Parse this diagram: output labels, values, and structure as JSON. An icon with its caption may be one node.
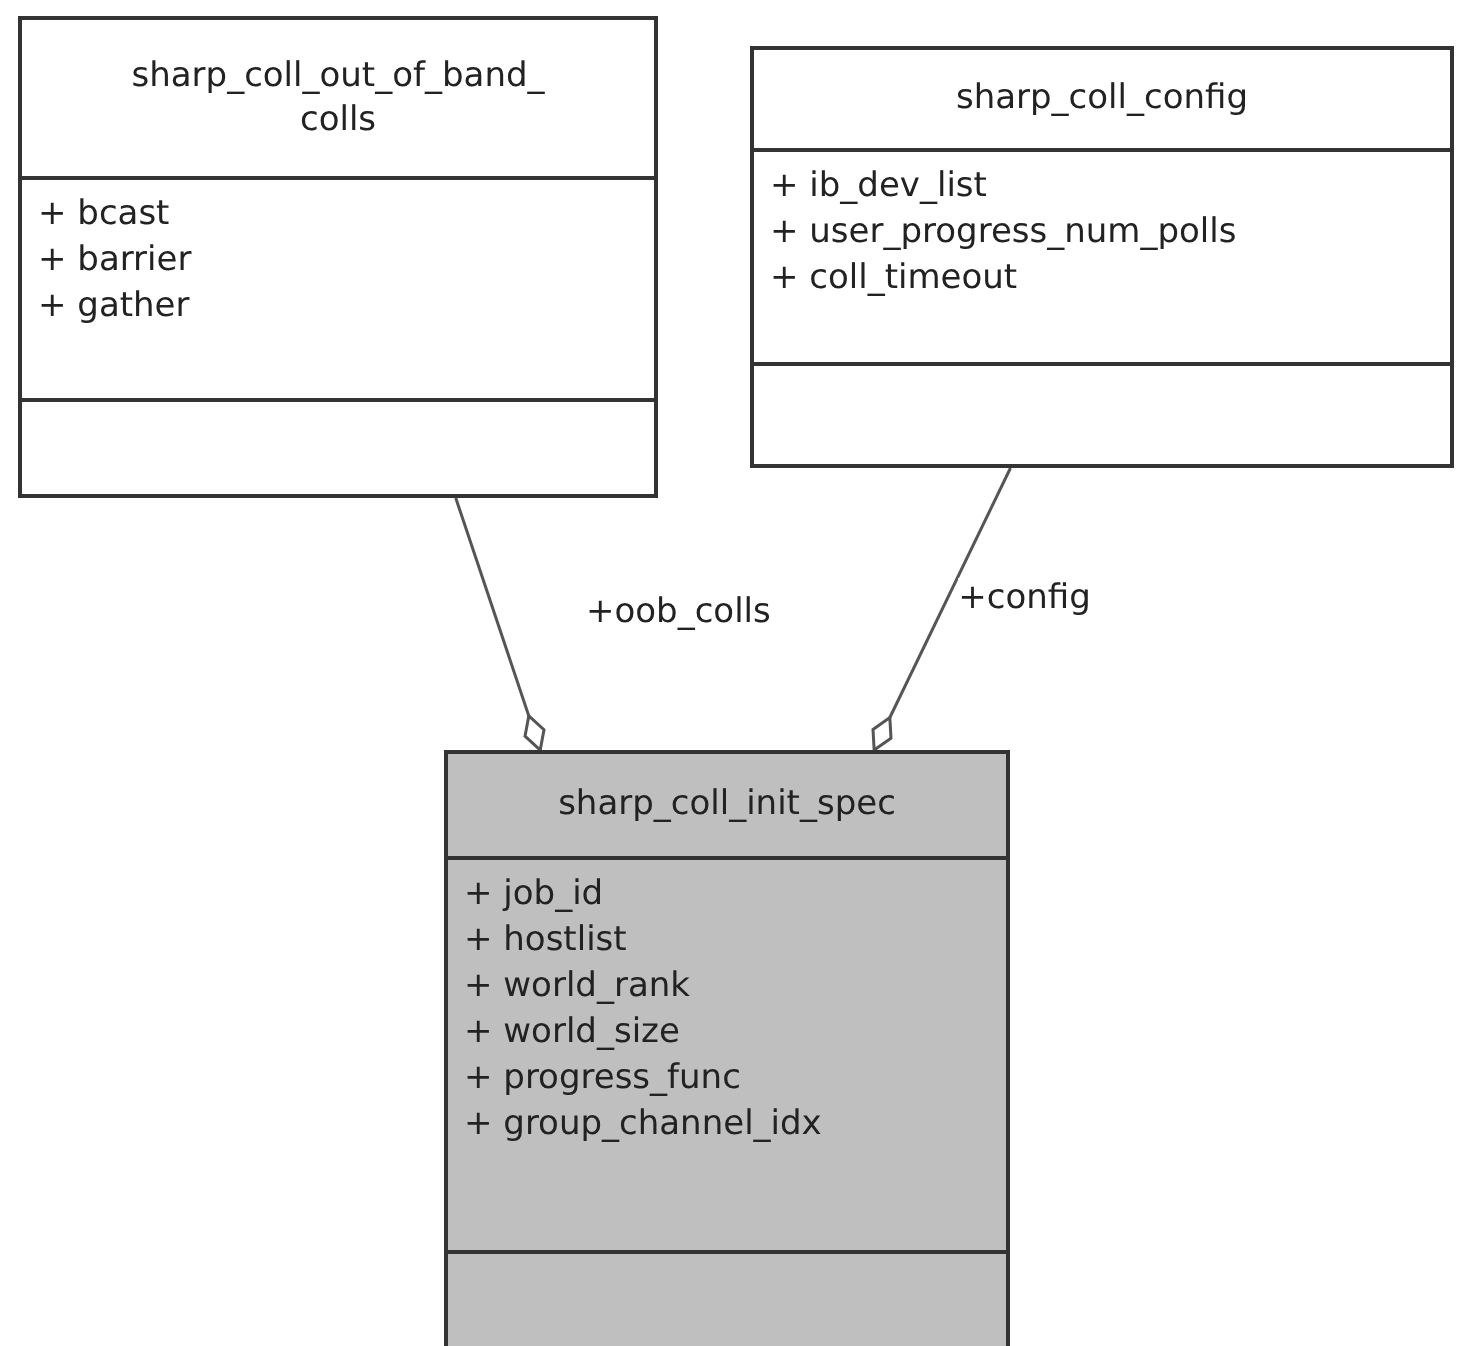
{
  "diagram": {
    "nodes": [
      {
        "text": [
          "sharp_coll_out_of_band_colls",
          "+ bcast",
          "+ barrier",
          "+ gather"
        ]
      },
      {
        "text": [
          "sharp_coll_config",
          "+ ib_dev_list",
          "+ user_progress_num_polls",
          "+ coll_timeout"
        ]
      },
      {
        "text": [
          "sharp_coll_init_spec",
          "+ job_id",
          "+ hostlist",
          "+ world_rank",
          "+ world_size",
          "+ progress_func",
          "+ group_channel_idx"
        ]
      }
    ],
    "edges": [
      {
        "from": 0,
        "to": 2,
        "arrow": "other",
        "label": "+oob_colls"
      },
      {
        "from": 1,
        "to": 2,
        "arrow": "other",
        "label": "+config"
      }
    ]
  }
}
